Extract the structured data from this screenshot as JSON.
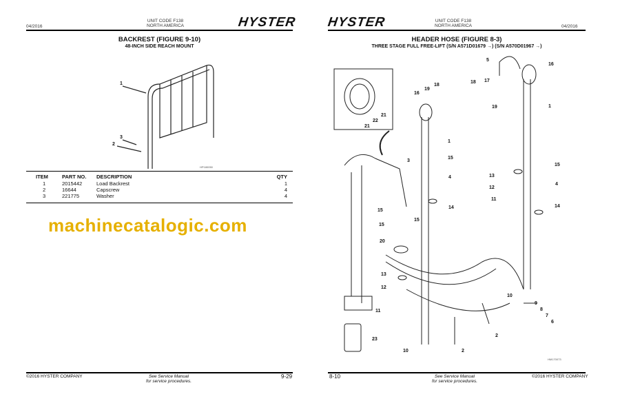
{
  "left_page": {
    "date": "04/2016",
    "unit_code": "UNIT CODE F138",
    "region": "NORTH AMERICA",
    "logo": "HYSTER",
    "title": "BACKREST (FIGURE 9-10)",
    "subtitle": "48-INCH SIDE REACH MOUNT",
    "figure_code": "HP180050",
    "callouts": [
      "1",
      "3",
      "2"
    ],
    "table": {
      "headers": [
        "ITEM",
        "PART NO.",
        "DESCRIPTION",
        "QTY"
      ],
      "rows": [
        {
          "item": "1",
          "part": "2015442",
          "desc": "Load Backrest",
          "qty": "1"
        },
        {
          "item": "2",
          "part": "16644",
          "desc": "Capscrew",
          "qty": "4"
        },
        {
          "item": "3",
          "part": "221775",
          "desc": "Washer",
          "qty": "4"
        }
      ]
    },
    "footer": {
      "copyright": "©2016 HYSTER COMPANY",
      "note1": "See Service Manual",
      "note2": "for service procedures.",
      "page": "9-29"
    }
  },
  "right_page": {
    "logo": "HYSTER",
    "unit_code": "UNIT CODE F138",
    "region": "NORTH AMERICA",
    "date": "04/2016",
    "title": "HEADER HOSE (FIGURE 8-3)",
    "subtitle": "THREE STAGE FULL FREE-LIFT  (S/N A571D01679 →)  (S/N A570D01967 →)",
    "figure_code": "HM170073",
    "callouts": [
      "5",
      "16",
      "17",
      "18",
      "19",
      "1",
      "18",
      "19",
      "16",
      "21",
      "22",
      "21",
      "1",
      "15",
      "4",
      "14",
      "3",
      "15",
      "15",
      "15",
      "20",
      "13",
      "12",
      "11",
      "15",
      "4",
      "14",
      "13",
      "12",
      "11",
      "23",
      "10",
      "2",
      "10",
      "9",
      "8",
      "7",
      "6",
      "2"
    ],
    "footer": {
      "page": "8-10",
      "note1": "See Service Manual",
      "note2": "for service procedures.",
      "copyright": "©2016 HYSTER COMPANY"
    }
  },
  "watermark": "machinecatalogic.com"
}
